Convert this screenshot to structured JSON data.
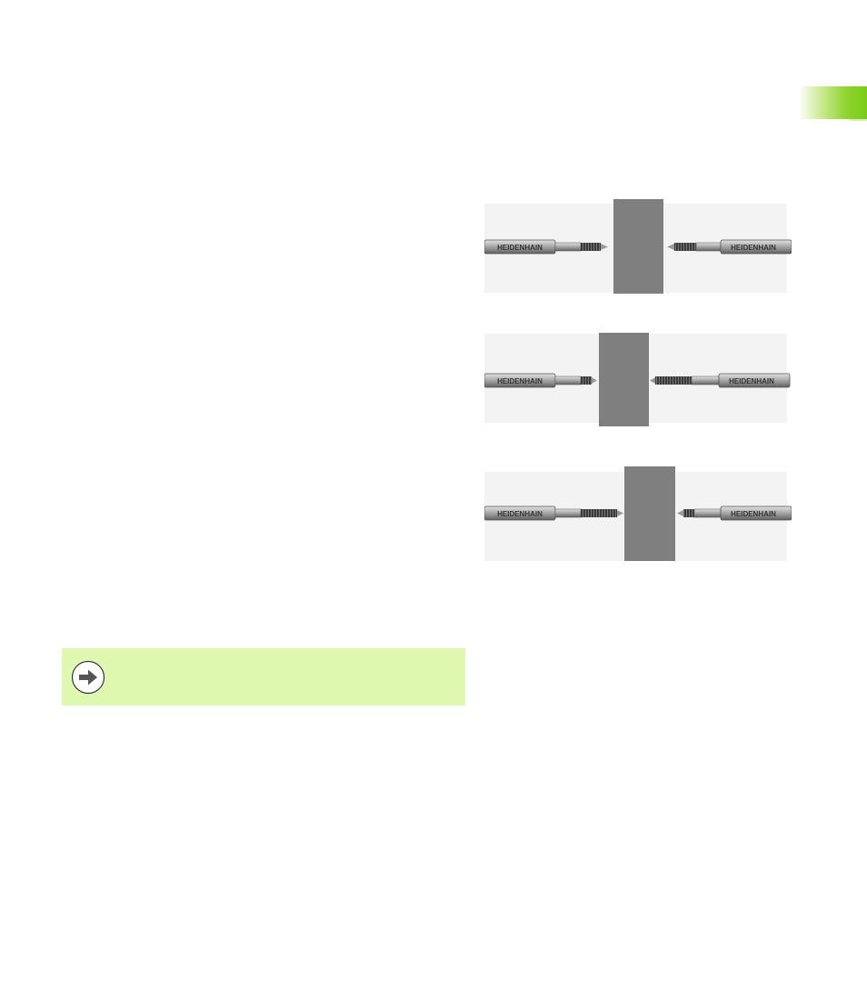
{
  "chapter_tab": {
    "color": "#7ccb1a"
  },
  "figures": [
    {
      "id": "probe-pair-centered",
      "left_probe_label": "HEIDENHAIN",
      "right_probe_label": "HEIDENHAIN"
    },
    {
      "id": "probe-pair-shifted-left",
      "left_probe_label": "HEIDENHAIN",
      "right_probe_label": "HEIDENHAIN"
    },
    {
      "id": "probe-pair-shifted-right",
      "left_probe_label": "HEIDENHAIN",
      "right_probe_label": "HEIDENHAIN"
    }
  ],
  "note": {
    "icon": "arrow-right-icon",
    "background": "#dff8b0"
  }
}
